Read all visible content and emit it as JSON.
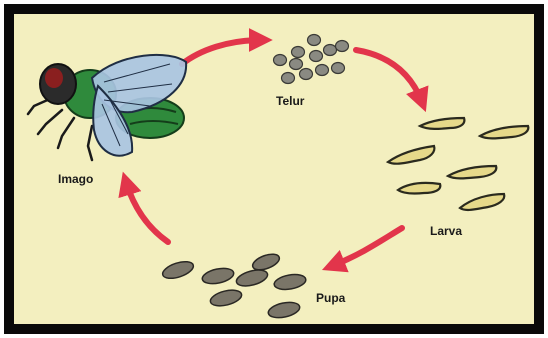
{
  "diagram": {
    "stages": [
      {
        "key": "egg",
        "label": "Telur"
      },
      {
        "key": "larva",
        "label": "Larva"
      },
      {
        "key": "pupa",
        "label": "Pupa"
      },
      {
        "key": "adult",
        "label": "Imago"
      }
    ],
    "colors": {
      "arrow": "#e2354b",
      "background": "#f3efbf",
      "border": "#0a0a0a",
      "egg": "#8a8a82",
      "larva": "#e6d98a",
      "pupa": "#7a7568",
      "fly_wing": "#a9c4e2",
      "fly_body": "#2f8a3c"
    },
    "icons": [
      "fly-icon",
      "egg-cluster-icon",
      "larva-icon",
      "pupa-icon",
      "cycle-arrow-icon"
    ]
  }
}
